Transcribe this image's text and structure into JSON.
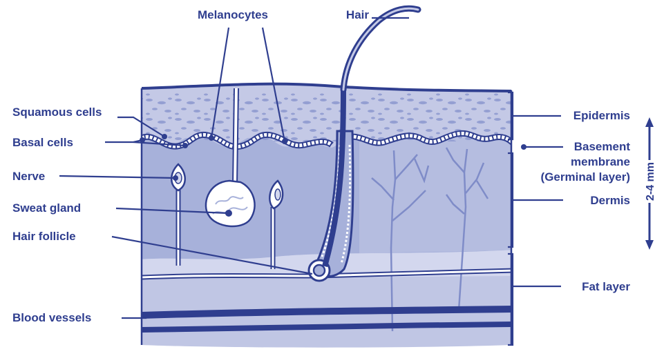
{
  "labels": {
    "melanocytes": "Melanocytes",
    "hair": "Hair",
    "squamous_cells": "Squamous cells",
    "basal_cells": "Basal cells",
    "nerve": "Nerve",
    "sweat_gland": "Sweat gland",
    "hair_follicle": "Hair follicle",
    "blood_vessels": "Blood vessels",
    "epidermis": "Epidermis",
    "basement_membrane_line1": "Basement",
    "basement_membrane_line2": "membrane",
    "basement_membrane_line3": "(Germinal layer)",
    "dermis": "Dermis",
    "fat_layer": "Fat layer"
  },
  "thickness_label": "2-4 mm",
  "colors": {
    "ink": "#2f3e8f",
    "epidermis": "#c4c9e6",
    "dermis": "#a7b1da",
    "dermis_right": "#b5bde0",
    "fat_band": "#d3d7ee",
    "fat": "#c0c6e4",
    "speckle": "#8f9ad0",
    "vessel": "#7f8cc8"
  }
}
